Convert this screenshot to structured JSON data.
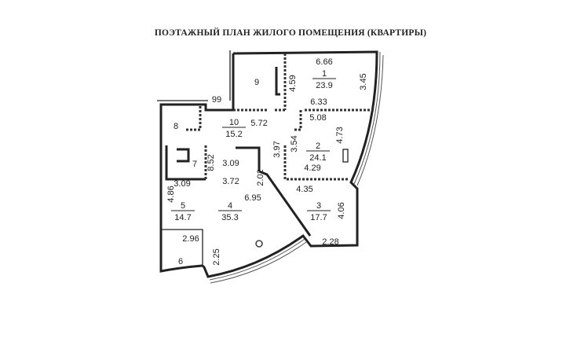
{
  "title": "ПОЭТАЖНЫЙ ПЛАН ЖИЛОГО ПОМЕЩЕНИЯ (КВАРТИРЫ)",
  "rooms": [
    {
      "number": "1",
      "area": "23.9"
    },
    {
      "number": "2",
      "area": "24.1"
    },
    {
      "number": "3",
      "area": "17.7"
    },
    {
      "number": "4",
      "area": "35.3"
    },
    {
      "number": "5",
      "area": "14.7"
    },
    {
      "number": "6"
    },
    {
      "number": "7"
    },
    {
      "number": "8"
    },
    {
      "number": "9"
    },
    {
      "number": "10",
      "area": "15.2"
    }
  ],
  "dimensions": [
    "6.66",
    "3.45",
    "4.59",
    "6.33",
    "99",
    "5.72",
    "5.08",
    "4.73",
    "3.54",
    "3.97",
    "3.09",
    "8.52",
    "4.29",
    "3.09",
    "3.72",
    "2.02",
    "4.35",
    "6.95",
    "4.86",
    "4.06",
    "2.96",
    "2.28",
    "2.25"
  ]
}
